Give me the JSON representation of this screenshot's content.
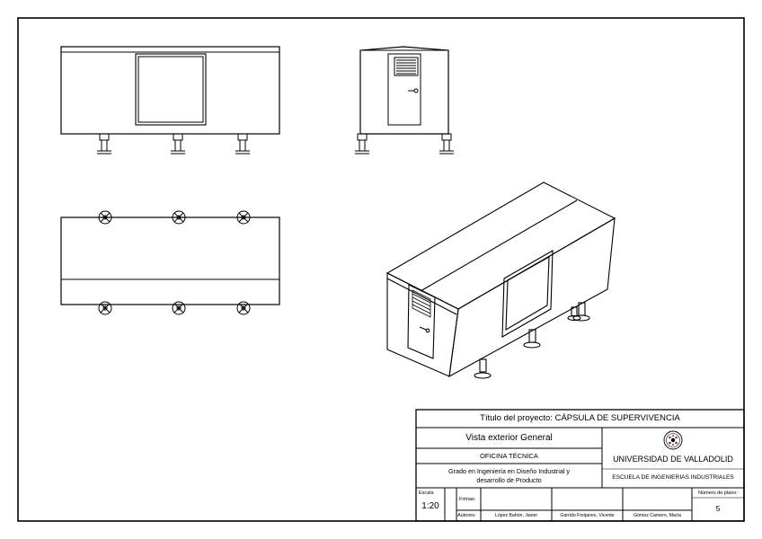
{
  "title_block": {
    "project_title": "Título del proyecto: CÁPSULA DE SUPERVIVENCIA",
    "view_name": "Vista exterior General",
    "office": "OFICINA TÉCNICA",
    "degree_line1": "Grado en Ingeniería en Diseño Industrial y",
    "degree_line2": "desarrollo de Producto",
    "university": "UNIVERSIDAD DE VALLADOLID",
    "school": "ESCUELA DE INGENIERÍAS INDUSTRIALES",
    "scale_label": "Escala",
    "scale_value": "1:20",
    "signatures_label": "Firmas:",
    "authors_label": "Autores:",
    "authors": [
      "López Bahón, Javier",
      "Garrido Freijanes, Vicente",
      "Gómez Camero, María"
    ],
    "plan_number_label": "Número de plano:",
    "plan_number": "5"
  },
  "colors": {
    "line": "#000000",
    "background": "#ffffff"
  }
}
